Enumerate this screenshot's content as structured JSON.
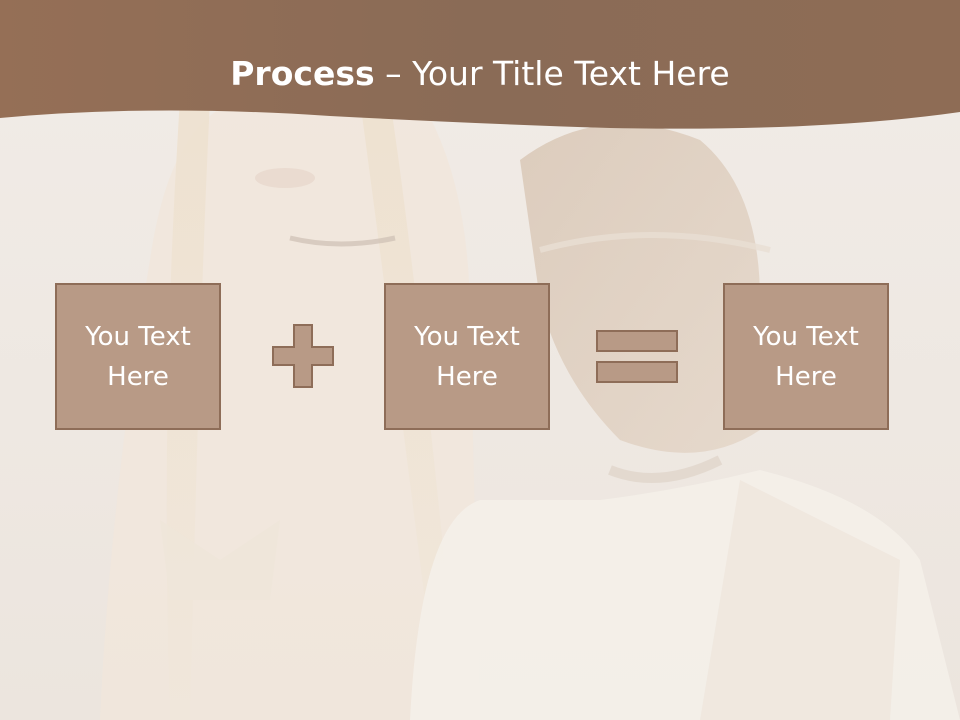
{
  "slide": {
    "title_bold": "Process",
    "title_rest": " – Your Title Text Here",
    "boxes": [
      {
        "text": "You Text Here"
      },
      {
        "text": "You Text Here"
      },
      {
        "text": "You Text Here"
      }
    ],
    "operators": [
      "plus-icon",
      "equals-icon"
    ]
  },
  "colors": {
    "header_brown": "#8e6c55",
    "box_fill": "#b89a86",
    "box_border": "#8e6d58",
    "background": "#efe9e3"
  }
}
